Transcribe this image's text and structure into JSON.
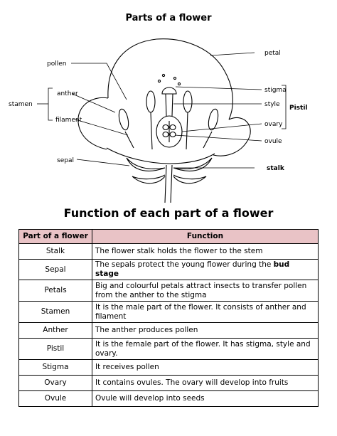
{
  "diagram": {
    "title": "Parts of a flower",
    "labels": {
      "pollen": "pollen",
      "anther": "anther",
      "stamen": "stamen",
      "filament": "filament",
      "sepal": "sepal",
      "petal": "petal",
      "stigma": "stigma",
      "style": "style",
      "pistil": "Pistil",
      "ovary": "ovary",
      "ovule": "ovule",
      "stalk": "stalk"
    }
  },
  "table": {
    "heading": "Function of each part of a flower",
    "columns": [
      "Part of a flower",
      "Function"
    ],
    "rows": [
      {
        "part": "Stalk",
        "function": "The flower stalk holds the flower to the stem"
      },
      {
        "part": "Sepal",
        "function": "The sepals protect the young flower during the ",
        "highlight": "bud stage"
      },
      {
        "part": "Petals",
        "function": "Big and colourful petals attract insects to transfer pollen from the anther to the stigma"
      },
      {
        "part": "Stamen",
        "function": "It is the male part of the flower. It consists of anther and filament"
      },
      {
        "part": "Anther",
        "function": "The anther produces pollen"
      },
      {
        "part": "Pistil",
        "function": "It is the female part of the flower. It has stigma, style and ovary."
      },
      {
        "part": "Stigma",
        "function": "It receives pollen"
      },
      {
        "part": "Ovary",
        "function": "It contains ovules. The ovary will develop into fruits"
      },
      {
        "part": "Ovule",
        "function": "Ovule will develop into seeds"
      }
    ]
  },
  "colors": {
    "header_bg": "#e9c3c6"
  }
}
